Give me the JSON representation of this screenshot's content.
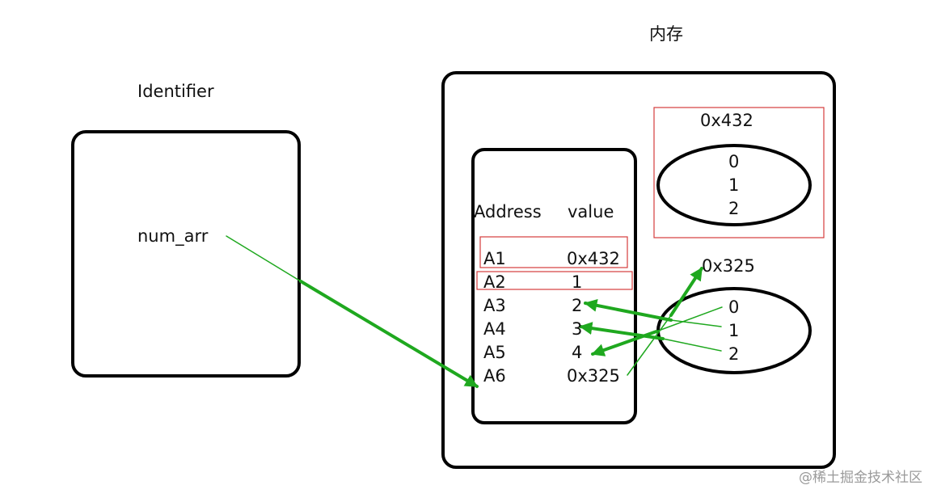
{
  "memory_title": "内存",
  "identifier_title": "Identifier",
  "variable": "num_arr",
  "table": {
    "header_address": "Address",
    "header_value": "value",
    "rows": [
      {
        "address": "A1",
        "value": "0x432"
      },
      {
        "address": "A2",
        "value": "1"
      },
      {
        "address": "A3",
        "value": "2"
      },
      {
        "address": "A4",
        "value": "3"
      },
      {
        "address": "A5",
        "value": "4"
      },
      {
        "address": "A6",
        "value": "0x325"
      }
    ]
  },
  "object_a": {
    "address": "0x432",
    "items": [
      "0",
      "1",
      "2"
    ]
  },
  "object_b": {
    "address": "0x325",
    "items": [
      "0",
      "1",
      "2"
    ]
  },
  "watermark": "@稀土掘金技术社区",
  "colors": {
    "arrow": "#1fa81f",
    "highlight_box": "#d43c3c",
    "outline": "#000000"
  }
}
